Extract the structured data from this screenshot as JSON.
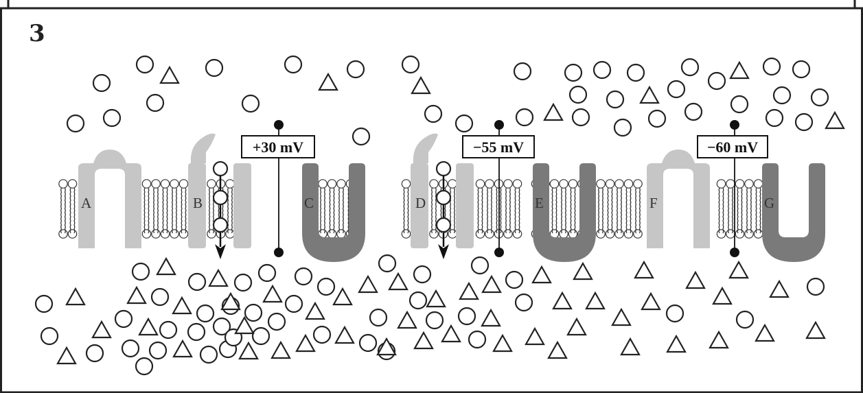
{
  "figure": {
    "panel_number": "3",
    "channels": [
      {
        "label": "A",
        "kind": "closed-gate",
        "shade": "#c6c6c6"
      },
      {
        "label": "B",
        "kind": "open-flap",
        "shade": "#c6c6c6"
      },
      {
        "label": "C",
        "kind": "u-pump",
        "shade": "#7a7a7a"
      },
      {
        "label": "D",
        "kind": "open-flap",
        "shade": "#c6c6c6"
      },
      {
        "label": "E",
        "kind": "u-pump",
        "shade": "#7a7a7a"
      },
      {
        "label": "F",
        "kind": "closed-gate",
        "shade": "#c6c6c6"
      },
      {
        "label": "G",
        "kind": "u-pump",
        "shade": "#7a7a7a"
      }
    ],
    "voltmeters": [
      {
        "reading": "+30 mV"
      },
      {
        "reading": "−55 mV"
      },
      {
        "reading": "−60 mV"
      }
    ],
    "molecule_shapes": [
      "circle",
      "triangle"
    ]
  }
}
